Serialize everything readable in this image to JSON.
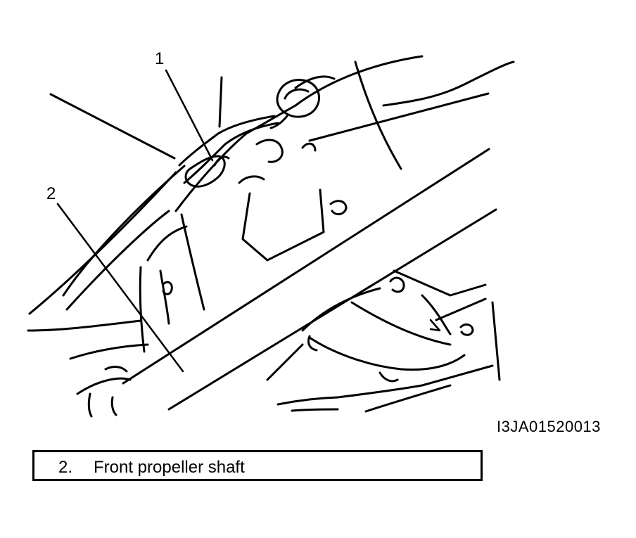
{
  "callouts": {
    "label_1": "1",
    "label_2": "2"
  },
  "figure_code": "I3JA01520013",
  "legend": {
    "items": [
      {
        "number": "2.",
        "text": "Front propeller shaft"
      }
    ]
  }
}
